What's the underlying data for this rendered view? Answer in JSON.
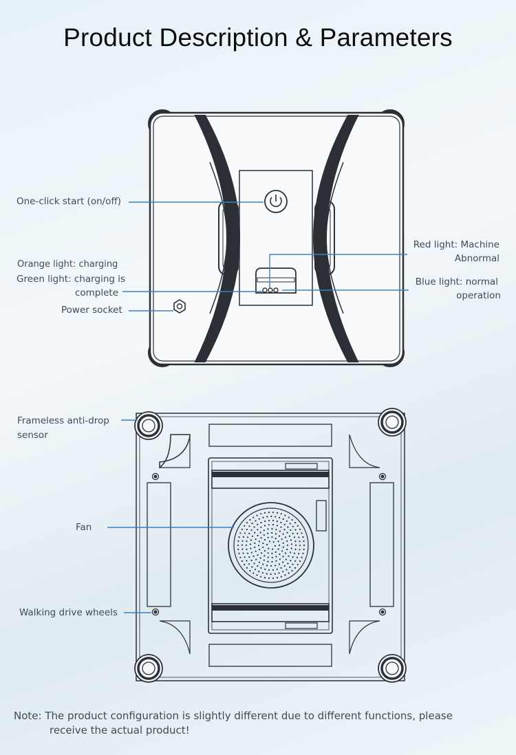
{
  "title": "Product Description & Parameters",
  "top_view": {
    "one_click_start": "One-click start (on/off)",
    "orange_light": "Orange light: charging",
    "green_light_1": "Green light: charging is",
    "green_light_2": "complete",
    "power_socket": "Power socket",
    "red_light_1": "Red light: Machine",
    "red_light_2": "Abnormal",
    "blue_light_1": "Blue light: normal",
    "blue_light_2": "operation"
  },
  "bottom_view": {
    "anti_drop_1": "Frameless anti-drop",
    "anti_drop_2": "sensor",
    "fan": "Fan",
    "wheels": "Walking drive wheels"
  },
  "note": {
    "line1": "Note: The product configuration is slightly different due to different functions, please",
    "line2": "receive the actual product!"
  },
  "colors": {
    "leader_line": "#3d7fc1",
    "drawing_stroke": "#2b2f36"
  }
}
